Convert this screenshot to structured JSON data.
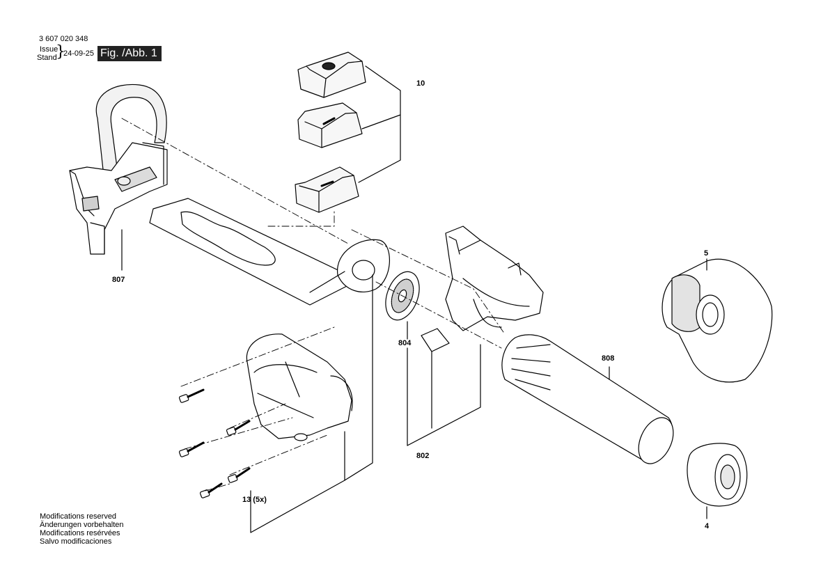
{
  "header": {
    "doc_number": "3 607 020 348",
    "issue_label": "Issue",
    "stand_label": "Stand",
    "date": "24-09-25",
    "figure_label": "Fig. /Abb. 1"
  },
  "callouts": {
    "c10": "10",
    "c807": "807",
    "c5": "5",
    "c804": "804",
    "c808": "808",
    "c802": "802",
    "c13": "13 (5x)",
    "c4": "4"
  },
  "footer": {
    "lines": [
      "Modifications reserved",
      "Änderungen vorbehalten",
      "Modifications resérvées",
      "Salvo modificaciones"
    ]
  }
}
